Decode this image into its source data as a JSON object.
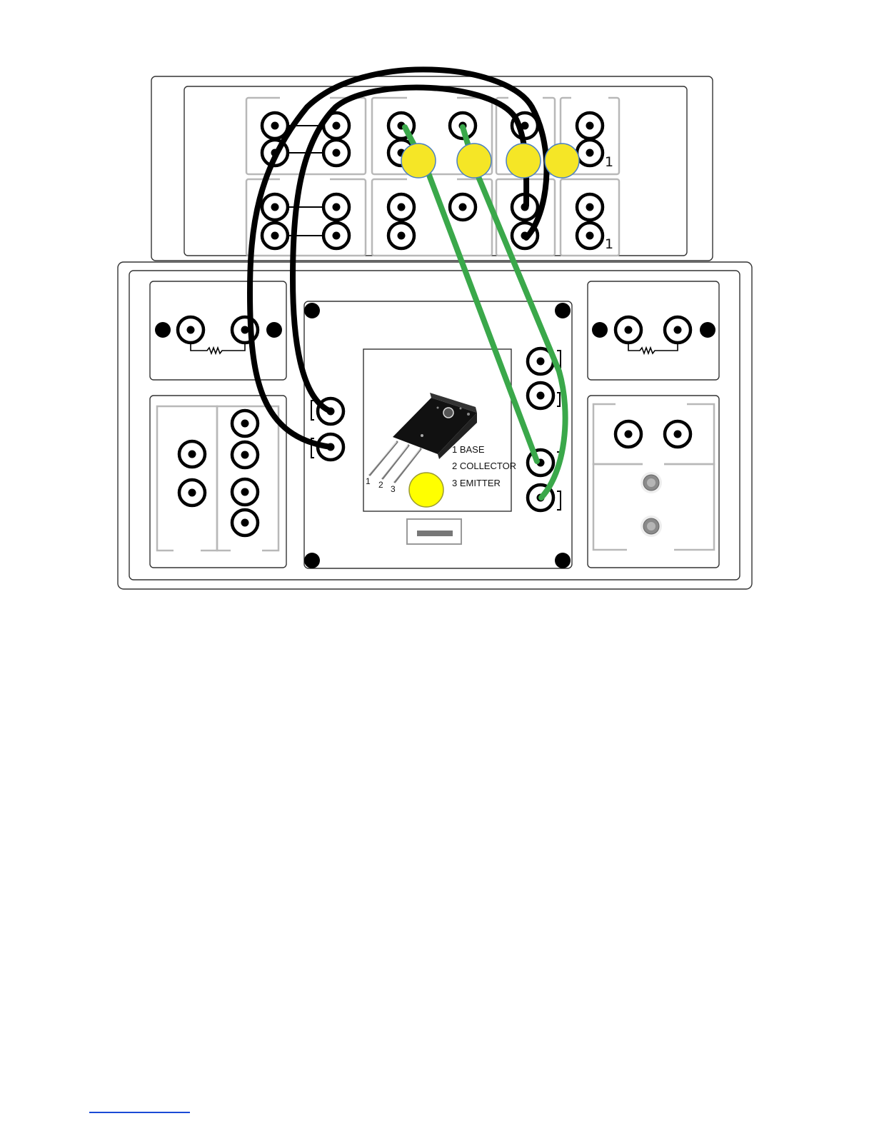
{
  "transistor": {
    "pins": [
      "1",
      "2",
      "3"
    ],
    "legend": [
      "1 BASE",
      "2 COLLECTOR",
      "3 EMITTER"
    ]
  },
  "side_marks": {
    "top_right_1": "1",
    "top_right_2": "1"
  },
  "colors": {
    "green_lead": "#3aa84a",
    "black_lead": "#000000",
    "yellow_marker": "#f5e626",
    "marker_outline": "#4a7fc2",
    "panel_outline": "#333333",
    "footer_line": "#1a4bd6"
  }
}
